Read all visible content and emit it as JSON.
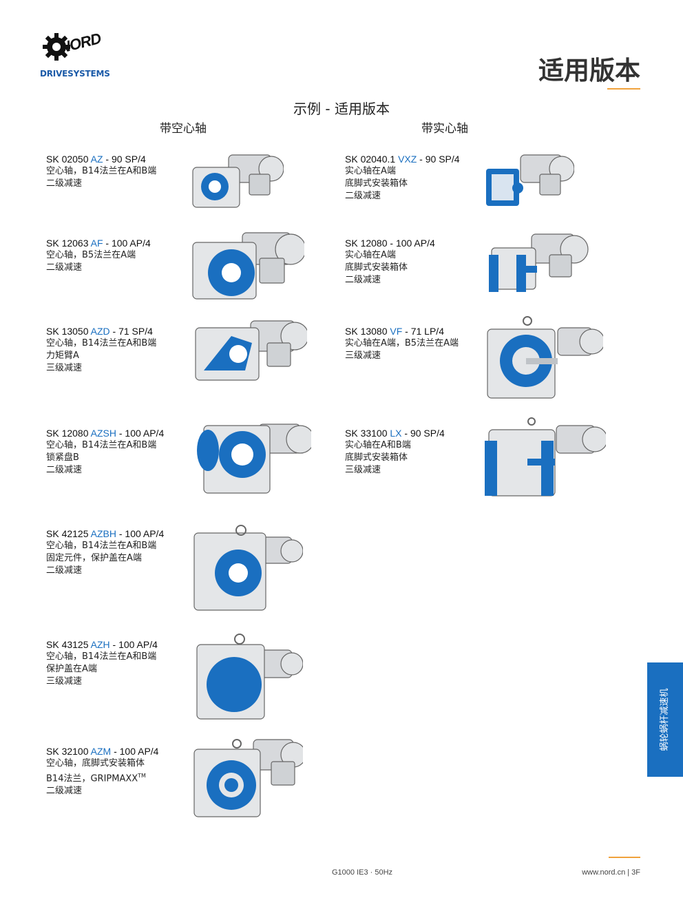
{
  "logo": {
    "brand": "NORD",
    "sub": "DRIVESYSTEMS"
  },
  "page_title": "适用版本",
  "section_title": "示例 - 适用版本",
  "columns": {
    "left": "带空心轴",
    "right": "带实心轴"
  },
  "left_items": [
    {
      "pre": "SK 02050 ",
      "hl": "AZ",
      "post": " - 90 SP/4",
      "lines": [
        "空心轴，B14法兰在A和B端",
        "二级减速"
      ]
    },
    {
      "pre": "SK 12063 ",
      "hl": "AF",
      "post": " - 100 AP/4",
      "lines": [
        "空心轴，B5法兰在A端",
        "二级减速"
      ]
    },
    {
      "pre": "SK 13050 ",
      "hl": "AZD",
      "post": " - 71 SP/4",
      "lines": [
        "空心轴，B14法兰在A和B端",
        "力矩臂A",
        "三级减速"
      ]
    },
    {
      "pre": "SK 12080 ",
      "hl": "AZSH",
      "post": " - 100 AP/4",
      "lines": [
        "空心轴，B14法兰在A和B端",
        "锁紧盘B",
        "二级减速"
      ]
    },
    {
      "pre": "SK 42125 ",
      "hl": "AZBH",
      "post": " - 100 AP/4",
      "lines": [
        "空心轴，B14法兰在A和B端",
        "固定元件，保护盖在A端",
        "二级减速"
      ]
    },
    {
      "pre": "SK 43125 ",
      "hl": "AZH",
      "post": " - 100 AP/4",
      "lines": [
        "空心轴，B14法兰在A和B端",
        "保护盖在A端",
        "三级减速"
      ]
    },
    {
      "pre": "SK 32100 ",
      "hl": "AZM",
      "post": " - 100 AP/4",
      "lines": [
        "空心轴，底脚式安装箱体",
        "B14法兰，GRIPMAXX",
        "二级减速"
      ],
      "sup": "TM"
    }
  ],
  "right_items": [
    {
      "pre": "SK 02040.1 ",
      "hl": "VXZ",
      "post": " - 90 SP/4",
      "lines": [
        "实心轴在A端",
        "底脚式安装箱体",
        "二级减速"
      ]
    },
    {
      "pre": "SK 12080",
      "hl": "",
      "post": " - 100 AP/4",
      "lines": [
        "实心轴在A端",
        "底脚式安装箱体",
        "二级减速"
      ]
    },
    {
      "pre": "SK 13080 ",
      "hl": "VF",
      "post": " - 71 LP/4",
      "lines": [
        "实心轴在A端，B5法兰在A端",
        "三级减速"
      ]
    },
    {
      "pre": "SK 33100 ",
      "hl": "LX",
      "post": " - 90 SP/4",
      "lines": [
        "实心轴在A和B端",
        "底脚式安装箱体",
        "三级减速"
      ]
    }
  ],
  "side_tab": "蜗轮蜗杆减速机",
  "footer": {
    "center": "G1000  IE3 · 50Hz",
    "right": "www.nord.cn  |  3F"
  },
  "colors": {
    "accent_blue": "#1a6fc0",
    "accent_orange": "#f0a23c"
  }
}
